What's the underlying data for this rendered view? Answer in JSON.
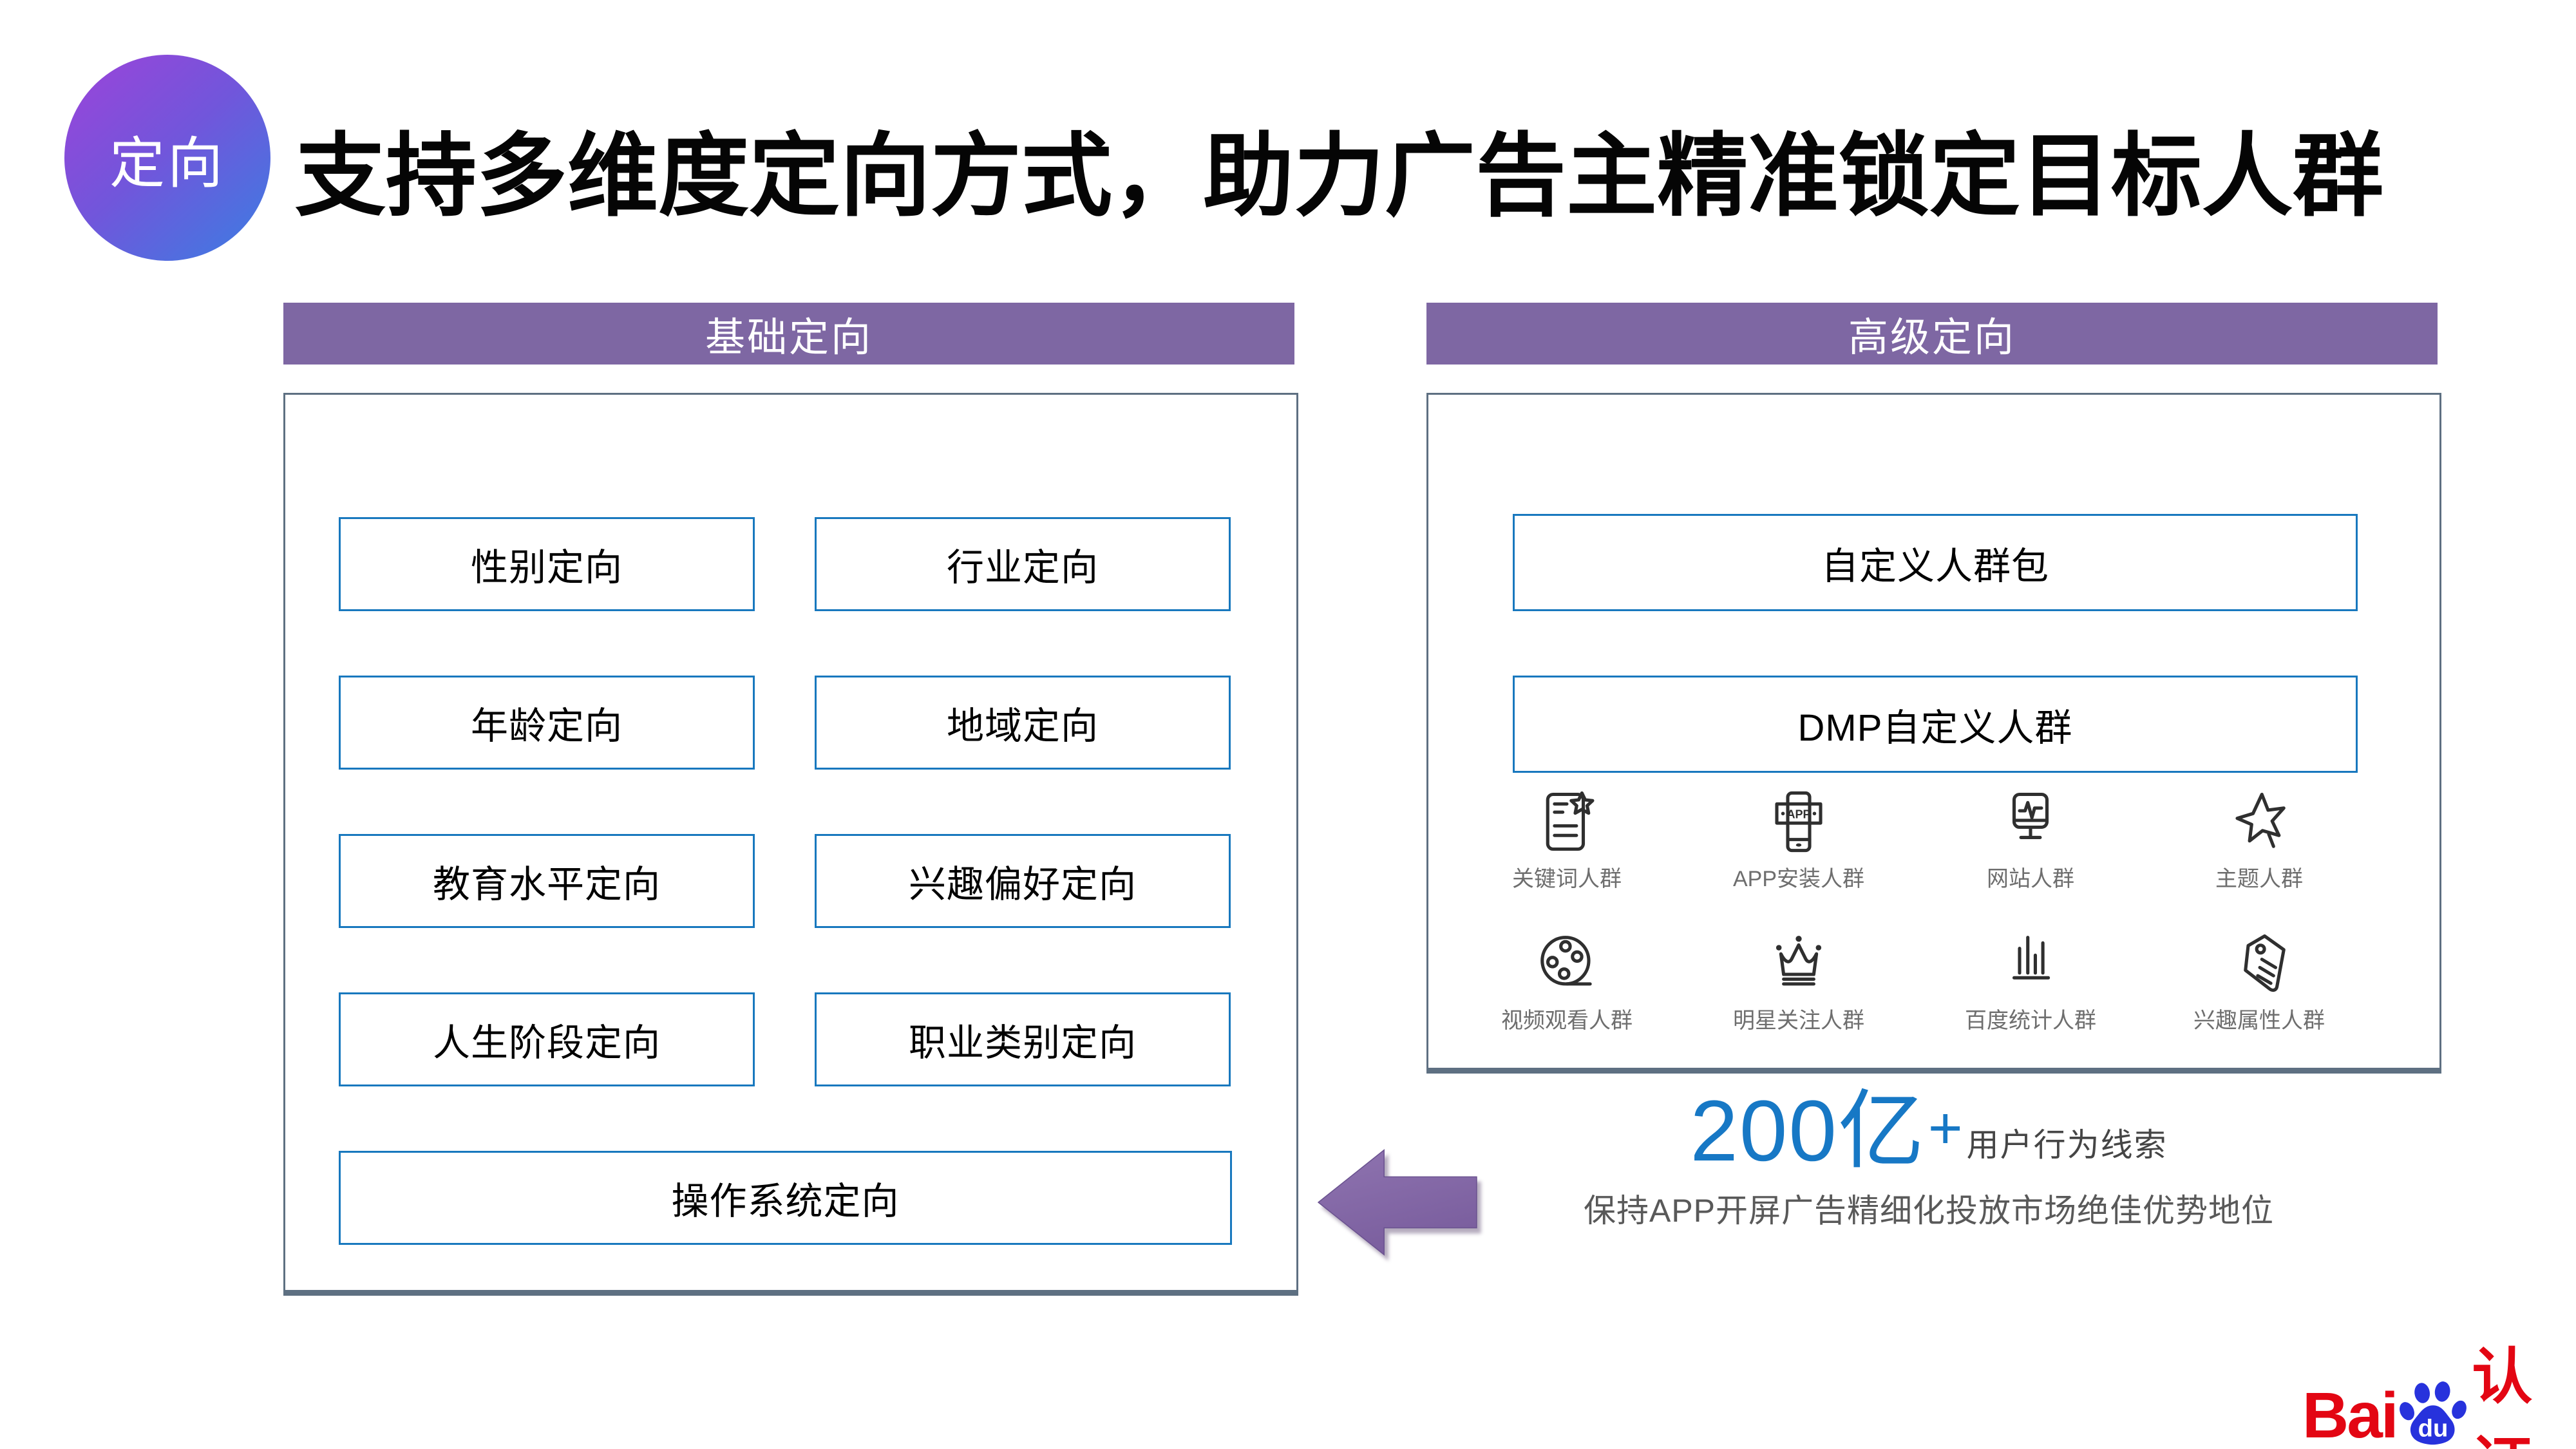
{
  "badge": {
    "label": "定向"
  },
  "title": "支持多维度定向方式，助力广告主精准锁定目标人群",
  "basic": {
    "header": "基础定向",
    "items": [
      "性别定向",
      "行业定向",
      "年龄定向",
      "地域定向",
      "教育水平定向",
      "兴趣偏好定向",
      "人生阶段定向",
      "职业类别定向",
      "操作系统定向"
    ]
  },
  "advanced": {
    "header": "高级定向",
    "custom_boxes": [
      "自定义人群包",
      "DMP自定义人群"
    ],
    "audiences": [
      {
        "icon": "keyword-document-star-icon",
        "label": "关键词人群"
      },
      {
        "icon": "app-install-phone-icon",
        "label": "APP安装人群"
      },
      {
        "icon": "website-monitor-icon",
        "label": "网站人群"
      },
      {
        "icon": "topic-star-icon",
        "label": "主题人群"
      },
      {
        "icon": "video-film-reel-icon",
        "label": "视频观看人群"
      },
      {
        "icon": "star-crown-icon",
        "label": "明星关注人群"
      },
      {
        "icon": "stats-bars-icon",
        "label": "百度统计人群"
      },
      {
        "icon": "interest-tag-icon",
        "label": "兴趣属性人群"
      }
    ],
    "app_icon_text": "APP"
  },
  "stats": {
    "number": "200亿",
    "plus": "+",
    "suffix": "用户行为线索",
    "description": "保持APP开屏广告精细化投放市场绝佳优势地位"
  },
  "logo": {
    "bai": "Bai",
    "du": "du",
    "cert": "认证"
  },
  "colors": {
    "section_bar_purple": "#7E67A3",
    "panel_border_slate": "#5E7082",
    "item_border_blue": "#1878BE",
    "stat_blue": "#1778C5",
    "arrow_purple": "#8366A6",
    "badge_gradient_start": "#9D43D9",
    "badge_gradient_end": "#3A7EE2",
    "logo_red": "#E30613",
    "logo_blue": "#2732DC"
  }
}
